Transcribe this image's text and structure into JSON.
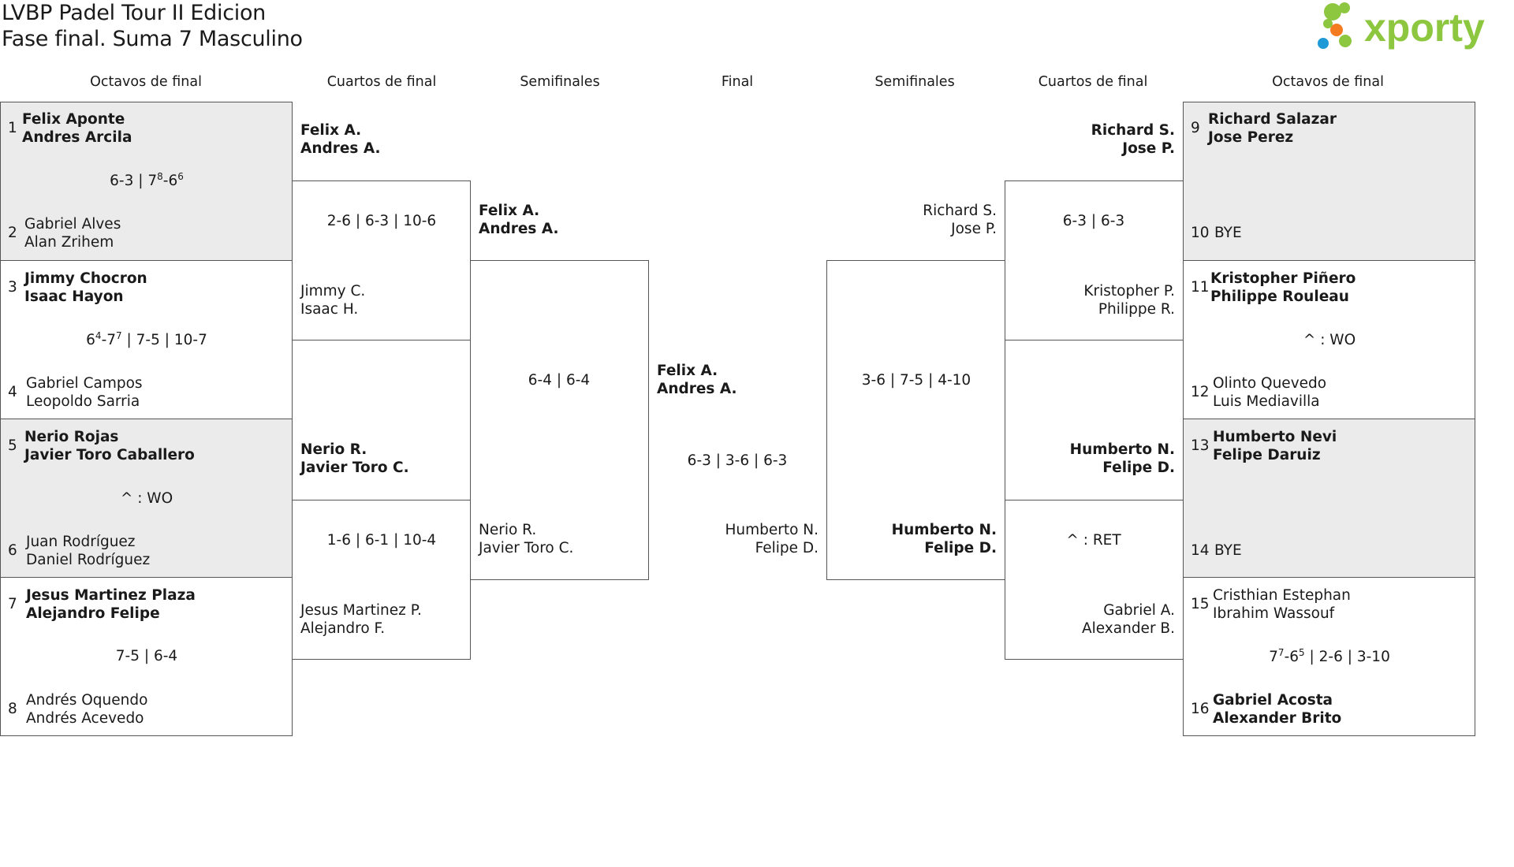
{
  "header": {
    "title_line1": "LVBP Padel Tour II Edicion",
    "title_line2": "Fase final. Suma 7 Masculino",
    "logo_text": "xporty",
    "brand_colors": {
      "green": "#8dc63f",
      "blue": "#1e9ad6",
      "orange": "#f47b20"
    }
  },
  "rounds": {
    "left": [
      "Octavos de final",
      "Cuartos de final",
      "Semifinales"
    ],
    "final": "Final",
    "right": [
      "Semifinales",
      "Cuartos de final",
      "Octavos de final"
    ]
  },
  "left_r16": [
    {
      "seed_a": "1",
      "a1": "Felix Aponte",
      "a2": "Andres Arcila",
      "seed_b": "2",
      "b1": "Gabriel Alves",
      "b2": "Alan Zrihem",
      "score_html": "6-3 | 7<sup>8</sup>-6<sup>6</sup>"
    },
    {
      "seed_a": "3",
      "a1": "Jimmy Chocron",
      "a2": "Isaac Hayon",
      "seed_b": "4",
      "b1": "Gabriel Campos",
      "b2": "Leopoldo Sarria",
      "score_html": "6<sup>4</sup>-7<sup>7</sup> | 7-5 | 10-7"
    },
    {
      "seed_a": "5",
      "a1": "Nerio Rojas",
      "a2": "Javier Toro Caballero",
      "seed_b": "6",
      "b1": "Juan Rodríguez",
      "b2": "Daniel Rodríguez",
      "score_html": "^ : WO"
    },
    {
      "seed_a": "7",
      "a1": "Jesus Martinez Plaza",
      "a2": "Alejandro Felipe",
      "seed_b": "8",
      "b1": "Andrés Oquendo",
      "b2": "Andrés Acevedo",
      "score_html": "7-5 | 6-4"
    }
  ],
  "right_r16": [
    {
      "seed_a": "9",
      "a1": "Richard Salazar",
      "a2": "Jose Perez",
      "seed_b": "10",
      "b1": "BYE",
      "b2": "",
      "score_html": ""
    },
    {
      "seed_a": "11",
      "a1": "Kristopher Piñero",
      "a2": "Philippe Rouleau",
      "seed_b": "12",
      "b1": "Olinto Quevedo",
      "b2": "Luis Mediavilla",
      "score_html": "^ : WO"
    },
    {
      "seed_a": "13",
      "a1": "Humberto Nevi",
      "a2": "Felipe Daruiz",
      "seed_b": "14",
      "b1": "BYE",
      "b2": "",
      "score_html": ""
    },
    {
      "seed_a": "15",
      "a1": "Cristhian Estephan",
      "a2": "Ibrahim Wassouf",
      "seed_b": "16",
      "b1": "Gabriel Acosta",
      "b2": "Alexander Brito",
      "score_html": "7<sup>7</sup>-6<sup>5</sup> | 2-6 | 3-10"
    }
  ],
  "left_qf": [
    {
      "a1": "Felix A.",
      "a2": "Andres A.",
      "b1": "Jimmy C.",
      "b2": "Isaac H.",
      "score": "2-6 | 6-3 | 10-6"
    },
    {
      "a1": "Nerio R.",
      "a2": "Javier Toro C.",
      "b1": "Jesus Martinez P.",
      "b2": "Alejandro F.",
      "score": "1-6 | 6-1 | 10-4"
    }
  ],
  "right_qf": [
    {
      "a1": "Richard S.",
      "a2": "Jose P.",
      "b1": "Kristopher P.",
      "b2": "Philippe R.",
      "score": "6-3 | 6-3"
    },
    {
      "a1": "Humberto N.",
      "a2": "Felipe D.",
      "b1": "Gabriel A.",
      "b2": "Alexander B.",
      "score": "^ : RET"
    }
  ],
  "left_sf": {
    "a1": "Felix A.",
    "a2": "Andres A.",
    "b1": "Nerio R.",
    "b2": "Javier Toro C.",
    "score": "6-4 | 6-4"
  },
  "right_sf": {
    "a1": "Richard S.",
    "a2": "Jose P.",
    "b1": "Humberto N.",
    "b2": "Felipe D.",
    "score": "3-6 | 7-5 | 4-10"
  },
  "final": {
    "a1": "Felix A.",
    "a2": "Andres A.",
    "b1": "Humberto N.",
    "b2": "Felipe D.",
    "score": "6-3 | 3-6 | 6-3"
  }
}
